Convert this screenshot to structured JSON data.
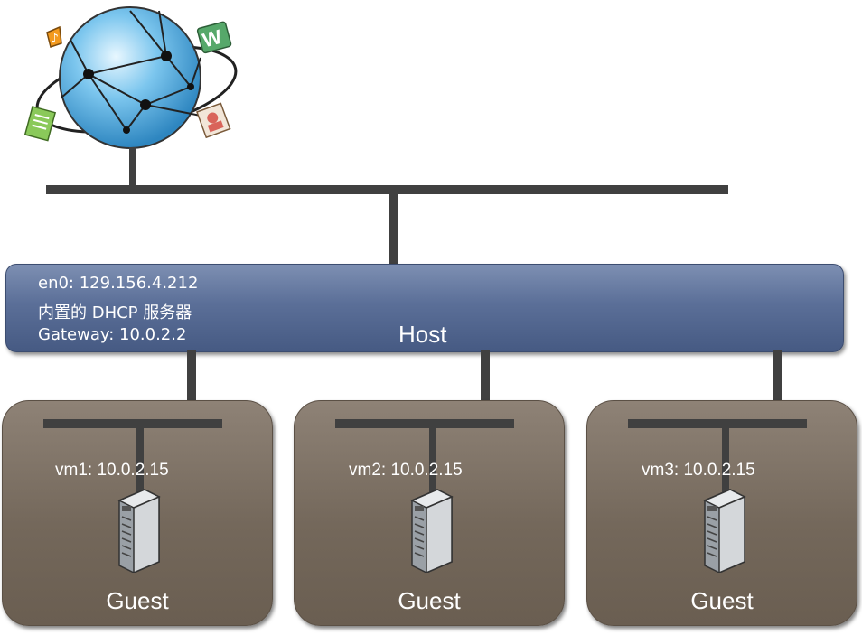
{
  "host": {
    "lines": [
      "en0: 129.156.4.212",
      "内置的 DHCP 服务器",
      "Gateway: 10.0.2.2"
    ],
    "title": "Host"
  },
  "guests": [
    {
      "ip_text": "vm1: 10.0.2.15",
      "label": "Guest"
    },
    {
      "ip_text": "vm2: 10.0.2.15",
      "label": "Guest"
    },
    {
      "ip_text": "vm3: 10.0.2.15",
      "label": "Guest"
    }
  ],
  "icons": {
    "internet": "globe-icon",
    "server": "server-icon"
  },
  "colors": {
    "host": "#5b6f98",
    "guest": "#74685b",
    "wire": "#404040"
  }
}
